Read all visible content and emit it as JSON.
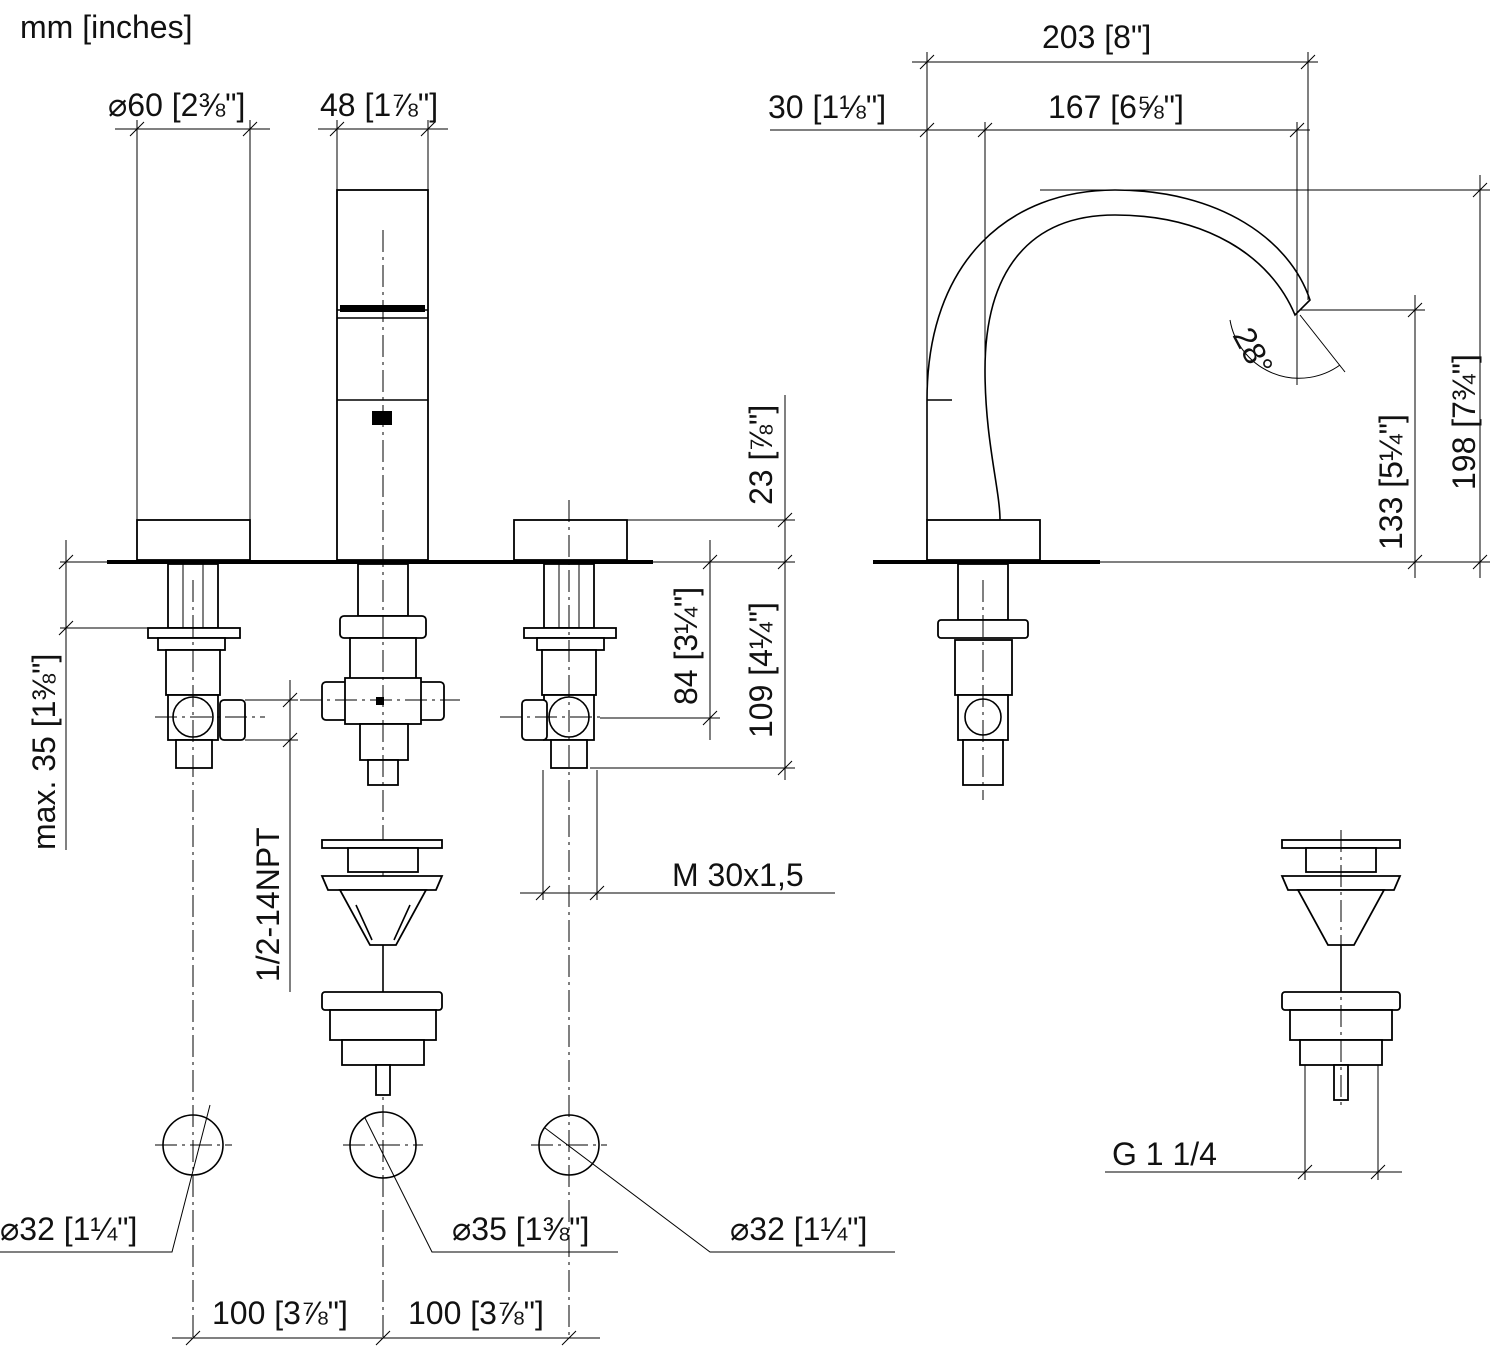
{
  "units_label": "mm [inches]",
  "line_color": "#000000",
  "dimensions": {
    "handle_diameter": "⌀60 [2⅜\"]",
    "spout_width": "48 [1⅞\"]",
    "spout_offset": "30 [1⅛\"]",
    "spout_reach_total": "203 [8\"]",
    "spout_reach": "167 [6⅝\"]",
    "outlet_angle": "28°",
    "outlet_height": "133 [5¼\"]",
    "spout_height": "198 [7¾\"]",
    "handle_height": "23 [⅞\"]",
    "connection_depth": "84 [3¼\"]",
    "below_deck_depth": "109 [4¼\"]",
    "max_deck_thickness": "max. 35 [1⅜\"]",
    "thread_npt": "1/2-14NPT",
    "thread_metric": "M 30x1,5",
    "drain_thread": "G 1 1/4",
    "hole_left": "⌀32 [1¼\"]",
    "hole_center": "⌀35 [1⅜\"]",
    "hole_right": "⌀32 [1¼\"]",
    "spacing_left": "100 [3⅞\"]",
    "spacing_right": "100 [3⅞\"]"
  }
}
